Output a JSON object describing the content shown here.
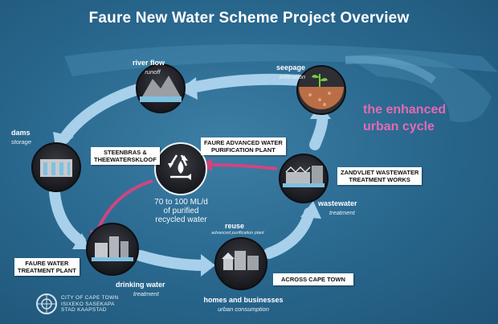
{
  "title": "Faure New Water Scheme Project Overview",
  "tagline": [
    "the enhanced",
    "urban cycle"
  ],
  "nodes": {
    "river": {
      "label": "river flow",
      "sub": "runoff"
    },
    "seepage": {
      "label": "seepage",
      "sub": "infiltration"
    },
    "dams": {
      "label": "dams",
      "sub": "storage"
    },
    "wastewater": {
      "label": "wastewater",
      "sub": "treatment"
    },
    "drinking": {
      "label": "drinking water",
      "sub": "treatment"
    },
    "reuse": {
      "label": "reuse",
      "sub": "advanced purification plant"
    },
    "homes": {
      "label": "homes and businesses",
      "sub": "urban consumption"
    }
  },
  "tags": {
    "steenbras": [
      "STEENBRAS &",
      "THEEWATERSKLOOF"
    ],
    "faure_advanced": [
      "FAURE ADVANCED WATER",
      "PURIFICATION PLANT"
    ],
    "zandvliet": [
      "ZANDVLIET WASTEWATER",
      "TREATMENT WORKS"
    ],
    "faure_treatment": [
      "FAURE WATER",
      "TREATMENT PLANT"
    ],
    "across": "ACROSS CAPE TOWN"
  },
  "center": [
    "70 to 100 ML/d",
    "of purified",
    "recycled water"
  ],
  "logo": [
    "CITY OF CAPE TOWN",
    "ISIXEKO SASEKAPA",
    "STAD KAAPSTAD"
  ],
  "colors": {
    "accent_pink": "#d1457f",
    "tagline_pink": "#e46ab0",
    "arrow_light": "#a9d2ec",
    "background": "#2b6a91"
  }
}
